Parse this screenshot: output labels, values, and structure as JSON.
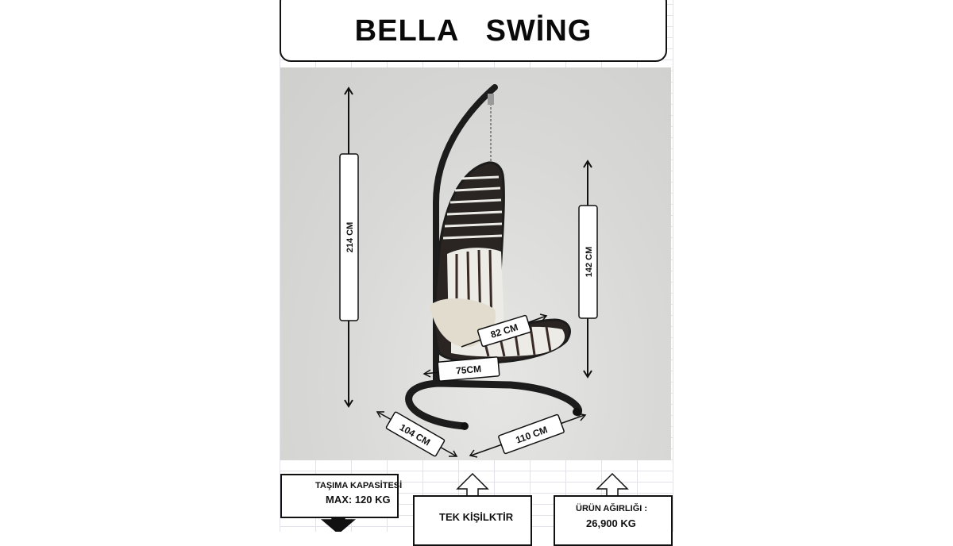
{
  "title": "BELLA   SWİNG",
  "dimensions": {
    "total_height": "214  CM",
    "seat_height": "142  CM",
    "seat_depth": "82 CM",
    "seat_width": "75CM",
    "base_depth": "104 CM",
    "base_width": "110 CM"
  },
  "info": {
    "capacity_label": "TAŞIMA KAPASİTESİ",
    "capacity_value": "MAX: 120 KG",
    "single_person": "TEK KİŞİLKTİR",
    "weight_label": "ÜRÜN AĞIRLIĞI  :",
    "weight_value": "26,900 KG"
  },
  "colors": {
    "frame": "#1c1c1c",
    "background_photo": "#d6d6d4",
    "cushion": "#ecebe6",
    "stripe": "#3a2a25"
  }
}
